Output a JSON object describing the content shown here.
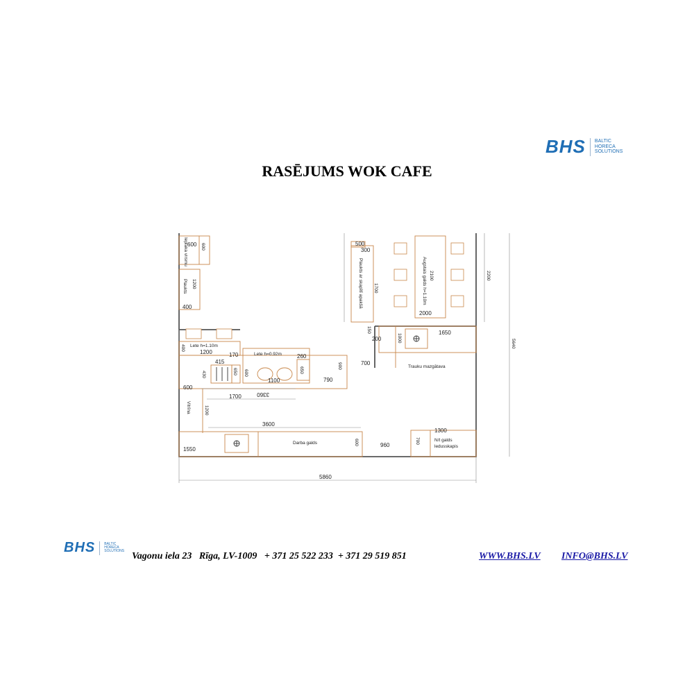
{
  "header": {
    "logo": {
      "brand": "BHS",
      "sub": [
        "BALTIC",
        "HORECA",
        "SOLUTIONS"
      ]
    },
    "title": "RASĒJUMS WOK CAFE"
  },
  "plan": {
    "labels": {
      "virsmu_top": "Ieplaka virsmu",
      "plaukts": "Plaukts",
      "lete_110": "Lete h=1.10m",
      "lete_092": "Lete h=0.92m",
      "vitrina": "Vitrīna",
      "darba_galds": "Darba galds",
      "plaukts_ar_skapi": "Plaukts ar skapītī apakšā",
      "augstais_galds": "Augstais galds h=1.10m",
      "trauku": "Trauku mazgātava",
      "ledusskapis_1": "N/t galds",
      "ledusskapis_2": "ledusskapis"
    },
    "dims": {
      "d600a": "600",
      "d600b": "600",
      "d1200a": "1200",
      "d400a": "400",
      "d400b": "400",
      "d1200b": "1200",
      "d170": "170",
      "d415": "415",
      "d650a": "650",
      "d430": "430",
      "d600c": "600",
      "d1100": "1100",
      "d260": "260",
      "d650b": "650",
      "d900": "900",
      "d790": "790",
      "d3360": "3360",
      "d1700a": "1700",
      "d600d": "600",
      "d1200c": "1200",
      "d3600": "3600",
      "d1550": "1550",
      "d600e": "600",
      "d960": "960",
      "d700a": "700",
      "d1300": "1300",
      "d5860": "5860",
      "d500": "500",
      "d300": "300",
      "d1700b": "1700",
      "d2100": "2100",
      "d2000": "2000",
      "d2200": "2200",
      "d150": "150",
      "d200": "200",
      "d1000": "1000",
      "d1650": "1650",
      "d700b": "700",
      "d5640": "5640"
    }
  },
  "footer": {
    "logo": {
      "brand": "BHS",
      "sub": [
        "BALTIC",
        "HORECA",
        "SOLUTIONS"
      ]
    },
    "address": "Vagonu iela 23   Rīga, LV-1009   + 371 25 522 233  + 371 29 519 851",
    "website": "WWW.BHS.LV",
    "email": "INFO@BHS.LV"
  },
  "colors": {
    "brand": "#1f6eb5",
    "wall": "#555555",
    "furniture": "#c8874a",
    "link": "#1a1aa6"
  }
}
